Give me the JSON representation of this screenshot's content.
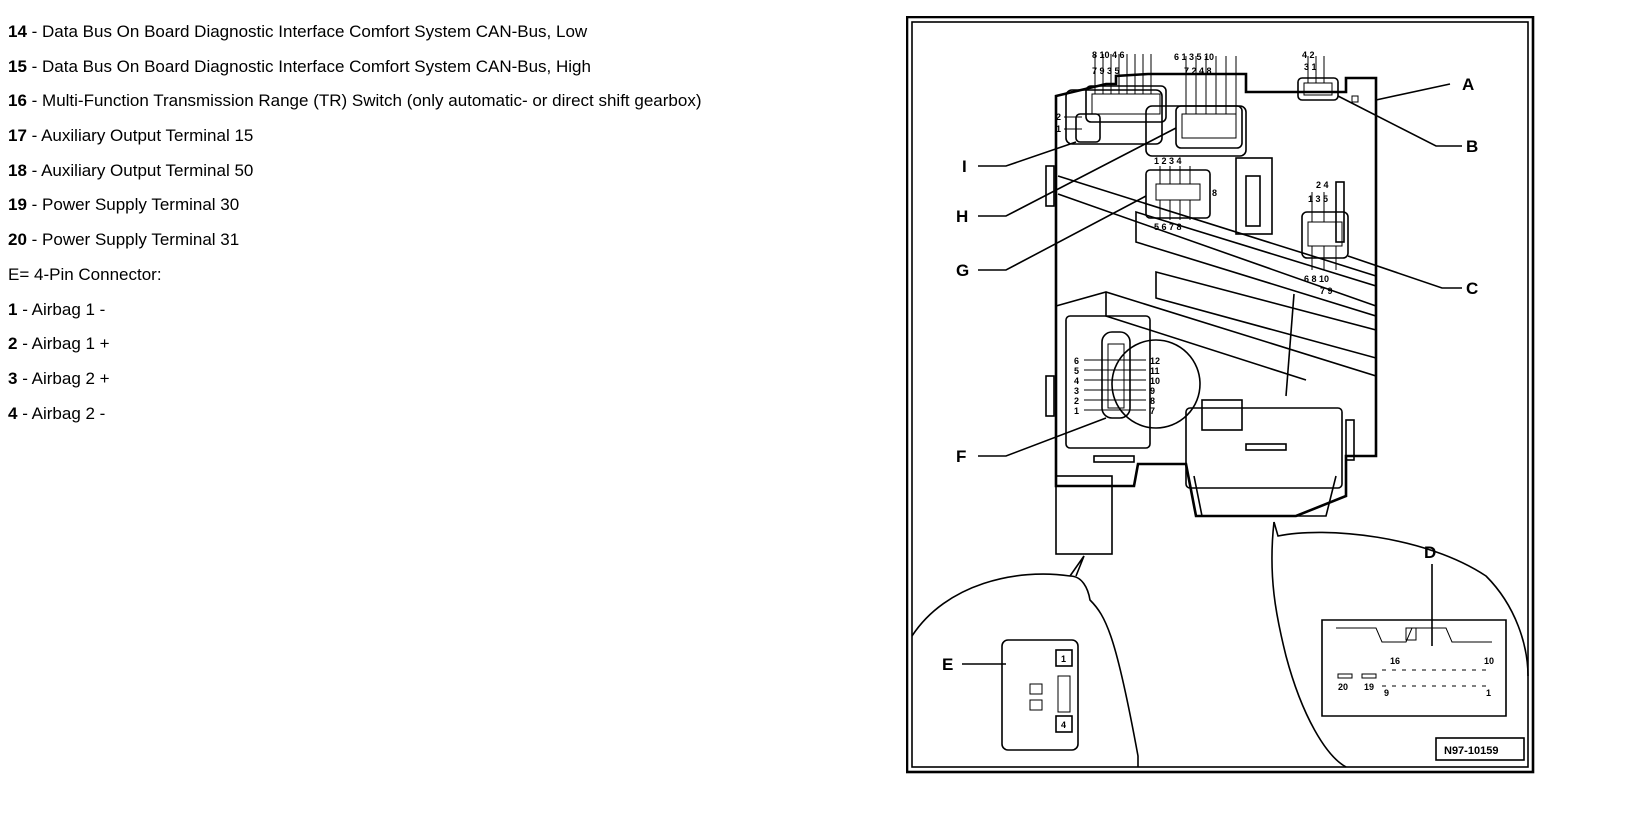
{
  "legend": [
    {
      "num": "14",
      "text": " - Data Bus On Board Diagnostic Interface Comfort System CAN-Bus, Low"
    },
    {
      "num": "15",
      "text": " - Data Bus On Board Diagnostic Interface Comfort System CAN-Bus, High"
    },
    {
      "num": "16",
      "text": " - Multi-Function Transmission Range (TR) Switch (only automatic- or direct shift gearbox)"
    },
    {
      "num": "17",
      "text": " - Auxiliary Output Terminal 15"
    },
    {
      "num": "18",
      "text": " - Auxiliary Output Terminal 50"
    },
    {
      "num": "19",
      "text": " - Power Supply Terminal 30"
    },
    {
      "num": "20",
      "text": " - Power Supply Terminal 31"
    },
    {
      "num": "",
      "text": "E= 4-Pin Connector:"
    },
    {
      "num": "1",
      "text": " - Airbag 1 -"
    },
    {
      "num": "2",
      "text": " - Airbag 1 +"
    },
    {
      "num": "3",
      "text": " - Airbag 2 +"
    },
    {
      "num": "4",
      "text": " - Airbag 2 -"
    }
  ],
  "diagram": {
    "labels": {
      "A": "A",
      "B": "B",
      "C": "C",
      "D": "D",
      "E": "E",
      "F": "F",
      "G": "G",
      "H": "H",
      "I": "I"
    },
    "reference_code": "N97-10159",
    "pins": {
      "i_top": "8 10 4 6",
      "i_second": "7 9 3 5",
      "i_side_2": "2",
      "i_side_1": "1",
      "h_top": "6 1 3 5 10",
      "h_second": "7 2 4 8",
      "a_top": "4 2",
      "a_second": "3 1",
      "g_top": "1 2 3 4",
      "g_bottom": "5 6 7 8",
      "g_side": "8",
      "c_top": "2 4",
      "c_second": "1 3 5",
      "c_bottom": "6 8 10",
      "c_bottom2": "7 9",
      "f_left": [
        "6",
        "5",
        "4",
        "3",
        "2",
        "1"
      ],
      "f_right": [
        "12",
        "11",
        "10",
        "9",
        "8",
        "7"
      ],
      "d_16": "16",
      "d_10": "10",
      "d_20": "20",
      "d_19": "19",
      "d_9": "9",
      "d_1": "1",
      "e_1": "1",
      "e_4": "4"
    }
  }
}
